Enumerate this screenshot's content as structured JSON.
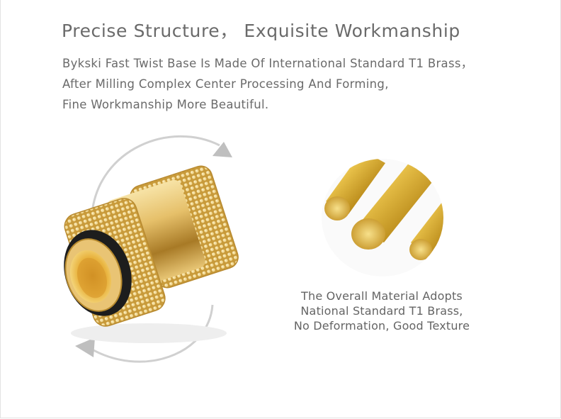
{
  "headline": "Precise Structure， Exquisite Workmanship",
  "description": [
    "Bykski Fast Twist Base Is Made Of International Standard T1 Brass，",
    "After Milling Complex Center Processing And Forming,",
    "Fine Workmanship More Beautiful."
  ],
  "caption": [
    "The Overall Material Adopts",
    "National Standard T1 Brass,",
    "No Deformation, Good Texture"
  ],
  "colors": {
    "text": "#6a6a6a",
    "brass": "#d7b452",
    "arrow": "#d0d0d0"
  },
  "icons": [
    "rotate-arrow-icon",
    "brass-fitting-image",
    "brass-rods-image"
  ]
}
